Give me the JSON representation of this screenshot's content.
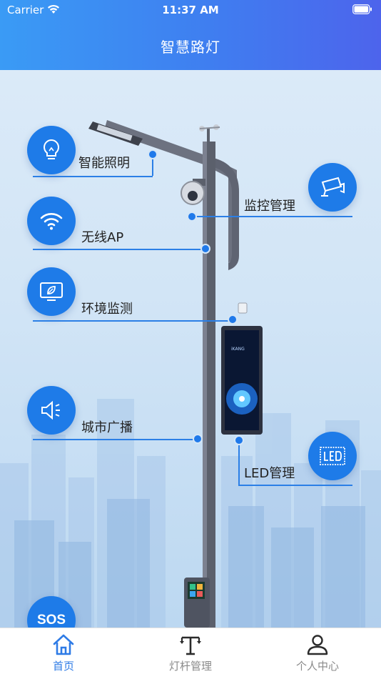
{
  "status_bar": {
    "carrier": "Carrier",
    "time": "11:37 AM"
  },
  "header": {
    "title": "智慧路灯"
  },
  "features": [
    {
      "label": "智能照明",
      "icon": "lightbulb-icon"
    },
    {
      "label": "监控管理",
      "icon": "cctv-camera-icon"
    },
    {
      "label": "无线AP",
      "icon": "wifi-icon"
    },
    {
      "label": "环境监测",
      "icon": "monitor-leaf-icon"
    },
    {
      "label": "城市广播",
      "icon": "speaker-icon"
    },
    {
      "label": "LED管理",
      "icon": "led-screen-icon"
    },
    {
      "label": "SOS",
      "icon": "sos-icon"
    }
  ],
  "screen_brand": "iKANG",
  "tabs": [
    {
      "label": "首页",
      "icon": "home-icon",
      "active": true
    },
    {
      "label": "灯杆管理",
      "icon": "lamp-pole-icon",
      "active": false
    },
    {
      "label": "个人中心",
      "icon": "user-icon",
      "active": false
    }
  ],
  "colors": {
    "accent": "#1e7be8",
    "header_start": "#3a9bf5",
    "header_end": "#4d64ec",
    "tab_active": "#2e7be6",
    "tab_inactive": "#8a8a8a"
  }
}
